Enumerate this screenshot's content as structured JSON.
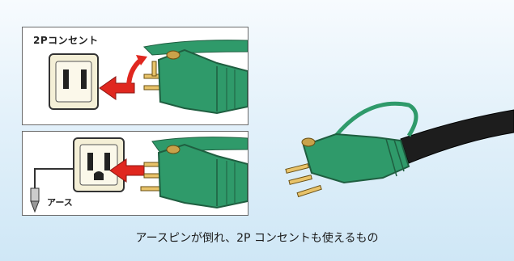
{
  "panels": {
    "top": {
      "label": "2Pコンセント"
    },
    "bottom": {
      "label": "アース"
    }
  },
  "caption": "アースピンが倒れ、2P コンセントも使えるもの",
  "colors": {
    "background_top": "#f7fbfe",
    "background_bottom": "#cfe7f6",
    "plug_green": "#2f9a6a",
    "arrow_red": "#e0271f",
    "outlet_beige": "#f4efd6",
    "pin_gold": "#e8c36a",
    "cable_black": "#1d1d1d"
  },
  "icons": [
    "outlet-2p-icon",
    "outlet-3p-icon",
    "plug-icon",
    "red-arrow-icon",
    "earth-ground-icon"
  ]
}
